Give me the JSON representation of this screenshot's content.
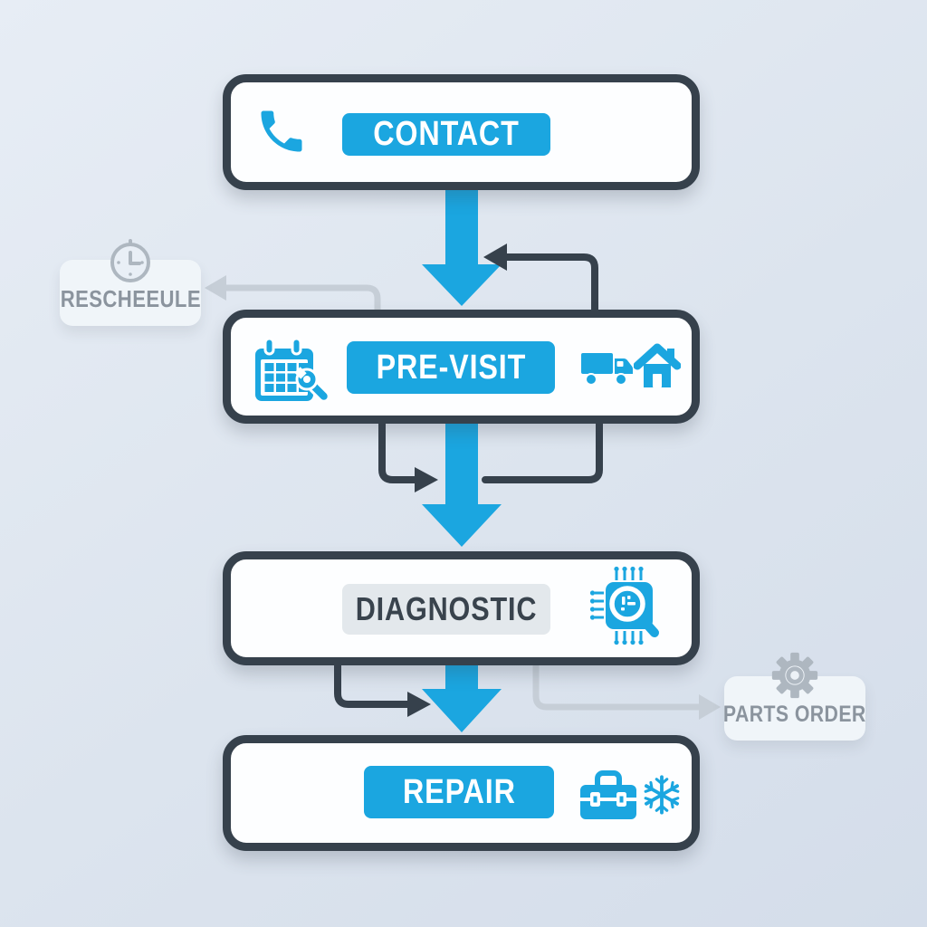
{
  "flowchart": {
    "nodes": {
      "contact": {
        "label": "CONTACT",
        "icons": [
          "phone-icon"
        ]
      },
      "pre_visit": {
        "label": "PRE-VISIT",
        "icons": [
          "calendar-wrench-icon",
          "truck-icon",
          "house-icon"
        ]
      },
      "diagnostic": {
        "label": "DIAGNOSTIC",
        "icons": [
          "chip-magnifier-icon"
        ]
      },
      "repair": {
        "label": "REPAIR",
        "icons": [
          "toolbox-icon",
          "snowflake-icon"
        ]
      },
      "reschedule": {
        "label": "RESCHEEULE",
        "icons": [
          "clock-icon"
        ]
      },
      "parts_order": {
        "label": "PARTS ORDER",
        "icons": [
          "gear-icon"
        ]
      }
    },
    "colors": {
      "accent_blue": "#1BA6E0",
      "outline_dark": "#36414C",
      "connector_gray": "#C6CED7",
      "muted_text": "#8B949E",
      "icon_gray": "#AEB7C0",
      "node_fill": "#FDFEFF",
      "side_fill": "#F0F5F9",
      "diagnostic_banner_fill": "#E3E8EC",
      "background": "#DCE4EE"
    }
  }
}
